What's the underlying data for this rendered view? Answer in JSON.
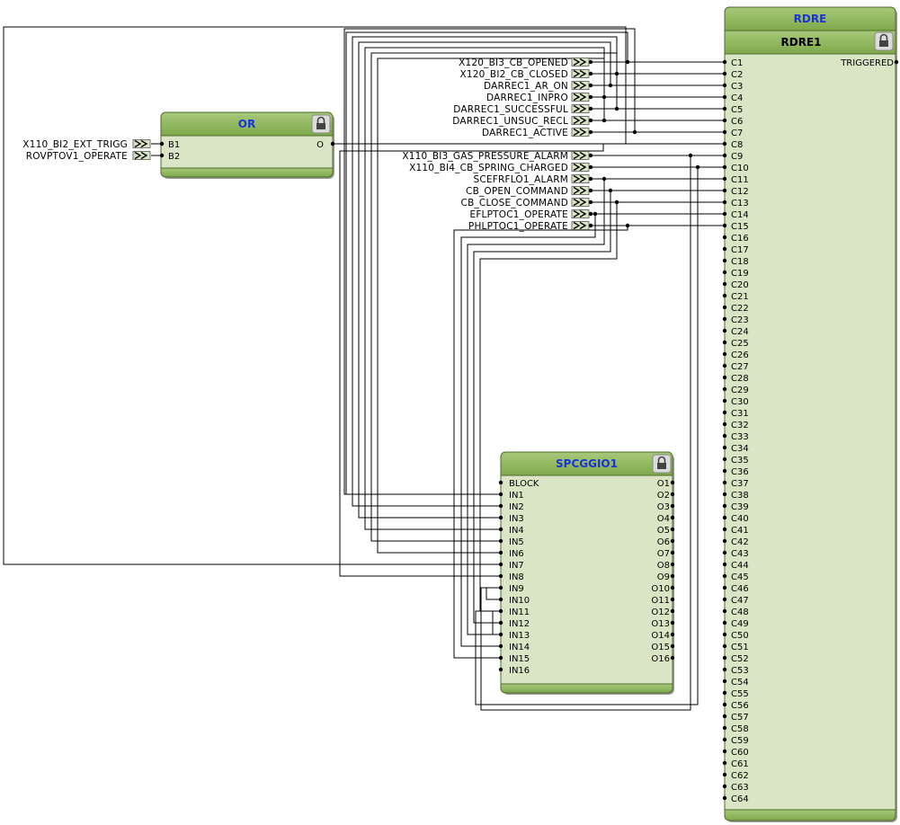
{
  "blocks": {
    "or": {
      "type_label": "OR",
      "inputs": [
        "B1",
        "B2"
      ],
      "outputs": [
        "O"
      ]
    },
    "spcggio": {
      "type_label": "SPCGGIO1",
      "inputs": [
        "BLOCK",
        "IN1",
        "IN2",
        "IN3",
        "IN4",
        "IN5",
        "IN6",
        "IN7",
        "IN8",
        "IN9",
        "IN10",
        "IN11",
        "IN12",
        "IN13",
        "IN14",
        "IN15",
        "IN16"
      ],
      "outputs": [
        "O1",
        "O2",
        "O3",
        "O4",
        "O5",
        "O6",
        "O7",
        "O8",
        "O9",
        "O10",
        "O11",
        "O12",
        "O13",
        "O14",
        "O15",
        "O16"
      ]
    },
    "rdre": {
      "type_label": "RDRE",
      "instance_label": "RDRE1",
      "output": "TRIGGERED",
      "inputs": [
        "C1",
        "C2",
        "C3",
        "C4",
        "C5",
        "C6",
        "C7",
        "C8",
        "C9",
        "C10",
        "C11",
        "C12",
        "C13",
        "C14",
        "C15",
        "C16",
        "C17",
        "C18",
        "C19",
        "C20",
        "C21",
        "C22",
        "C23",
        "C24",
        "C25",
        "C26",
        "C27",
        "C28",
        "C29",
        "C30",
        "C31",
        "C32",
        "C33",
        "C34",
        "C35",
        "C36",
        "C37",
        "C38",
        "C39",
        "C40",
        "C41",
        "C42",
        "C43",
        "C44",
        "C45",
        "C46",
        "C47",
        "C48",
        "C49",
        "C50",
        "C51",
        "C52",
        "C53",
        "C54",
        "C55",
        "C56",
        "C57",
        "C58",
        "C59",
        "C60",
        "C61",
        "C62",
        "C63",
        "C64"
      ]
    }
  },
  "or_signals": [
    "X110_BI2_EXT_TRIGG",
    "ROVPTOV1_OPERATE"
  ],
  "signals": [
    "X120_BI3_CB_OPENED",
    "X120_BI2_CB_CLOSED",
    "DARREC1_AR_ON",
    "DARREC1_INPRO",
    "DARREC1_SUCCESSFUL",
    "DARREC1_UNSUC_RECL",
    "DARREC1_ACTIVE",
    "X110_BI3_GAS_PRESSURE_ALARM",
    "X110_BI4_CB_SPRING_CHARGED",
    "SCEFRFLO1_ALARM",
    "CB_OPEN_COMMAND",
    "CB_CLOSE_COMMAND",
    "EFLPTOC1_OPERATE",
    "PHLPTOC1_OPERATE"
  ],
  "colors": {
    "block_header_top": "#a7c97a",
    "block_header_bottom": "#7fa84a",
    "block_body": "#d9e5c4",
    "block_border": "#4e6b2c",
    "type_label": "#1a34d6",
    "wire": "#000000"
  },
  "icons": {
    "lock": "padlock-icon",
    "signal": "signal-arrow-icon"
  }
}
